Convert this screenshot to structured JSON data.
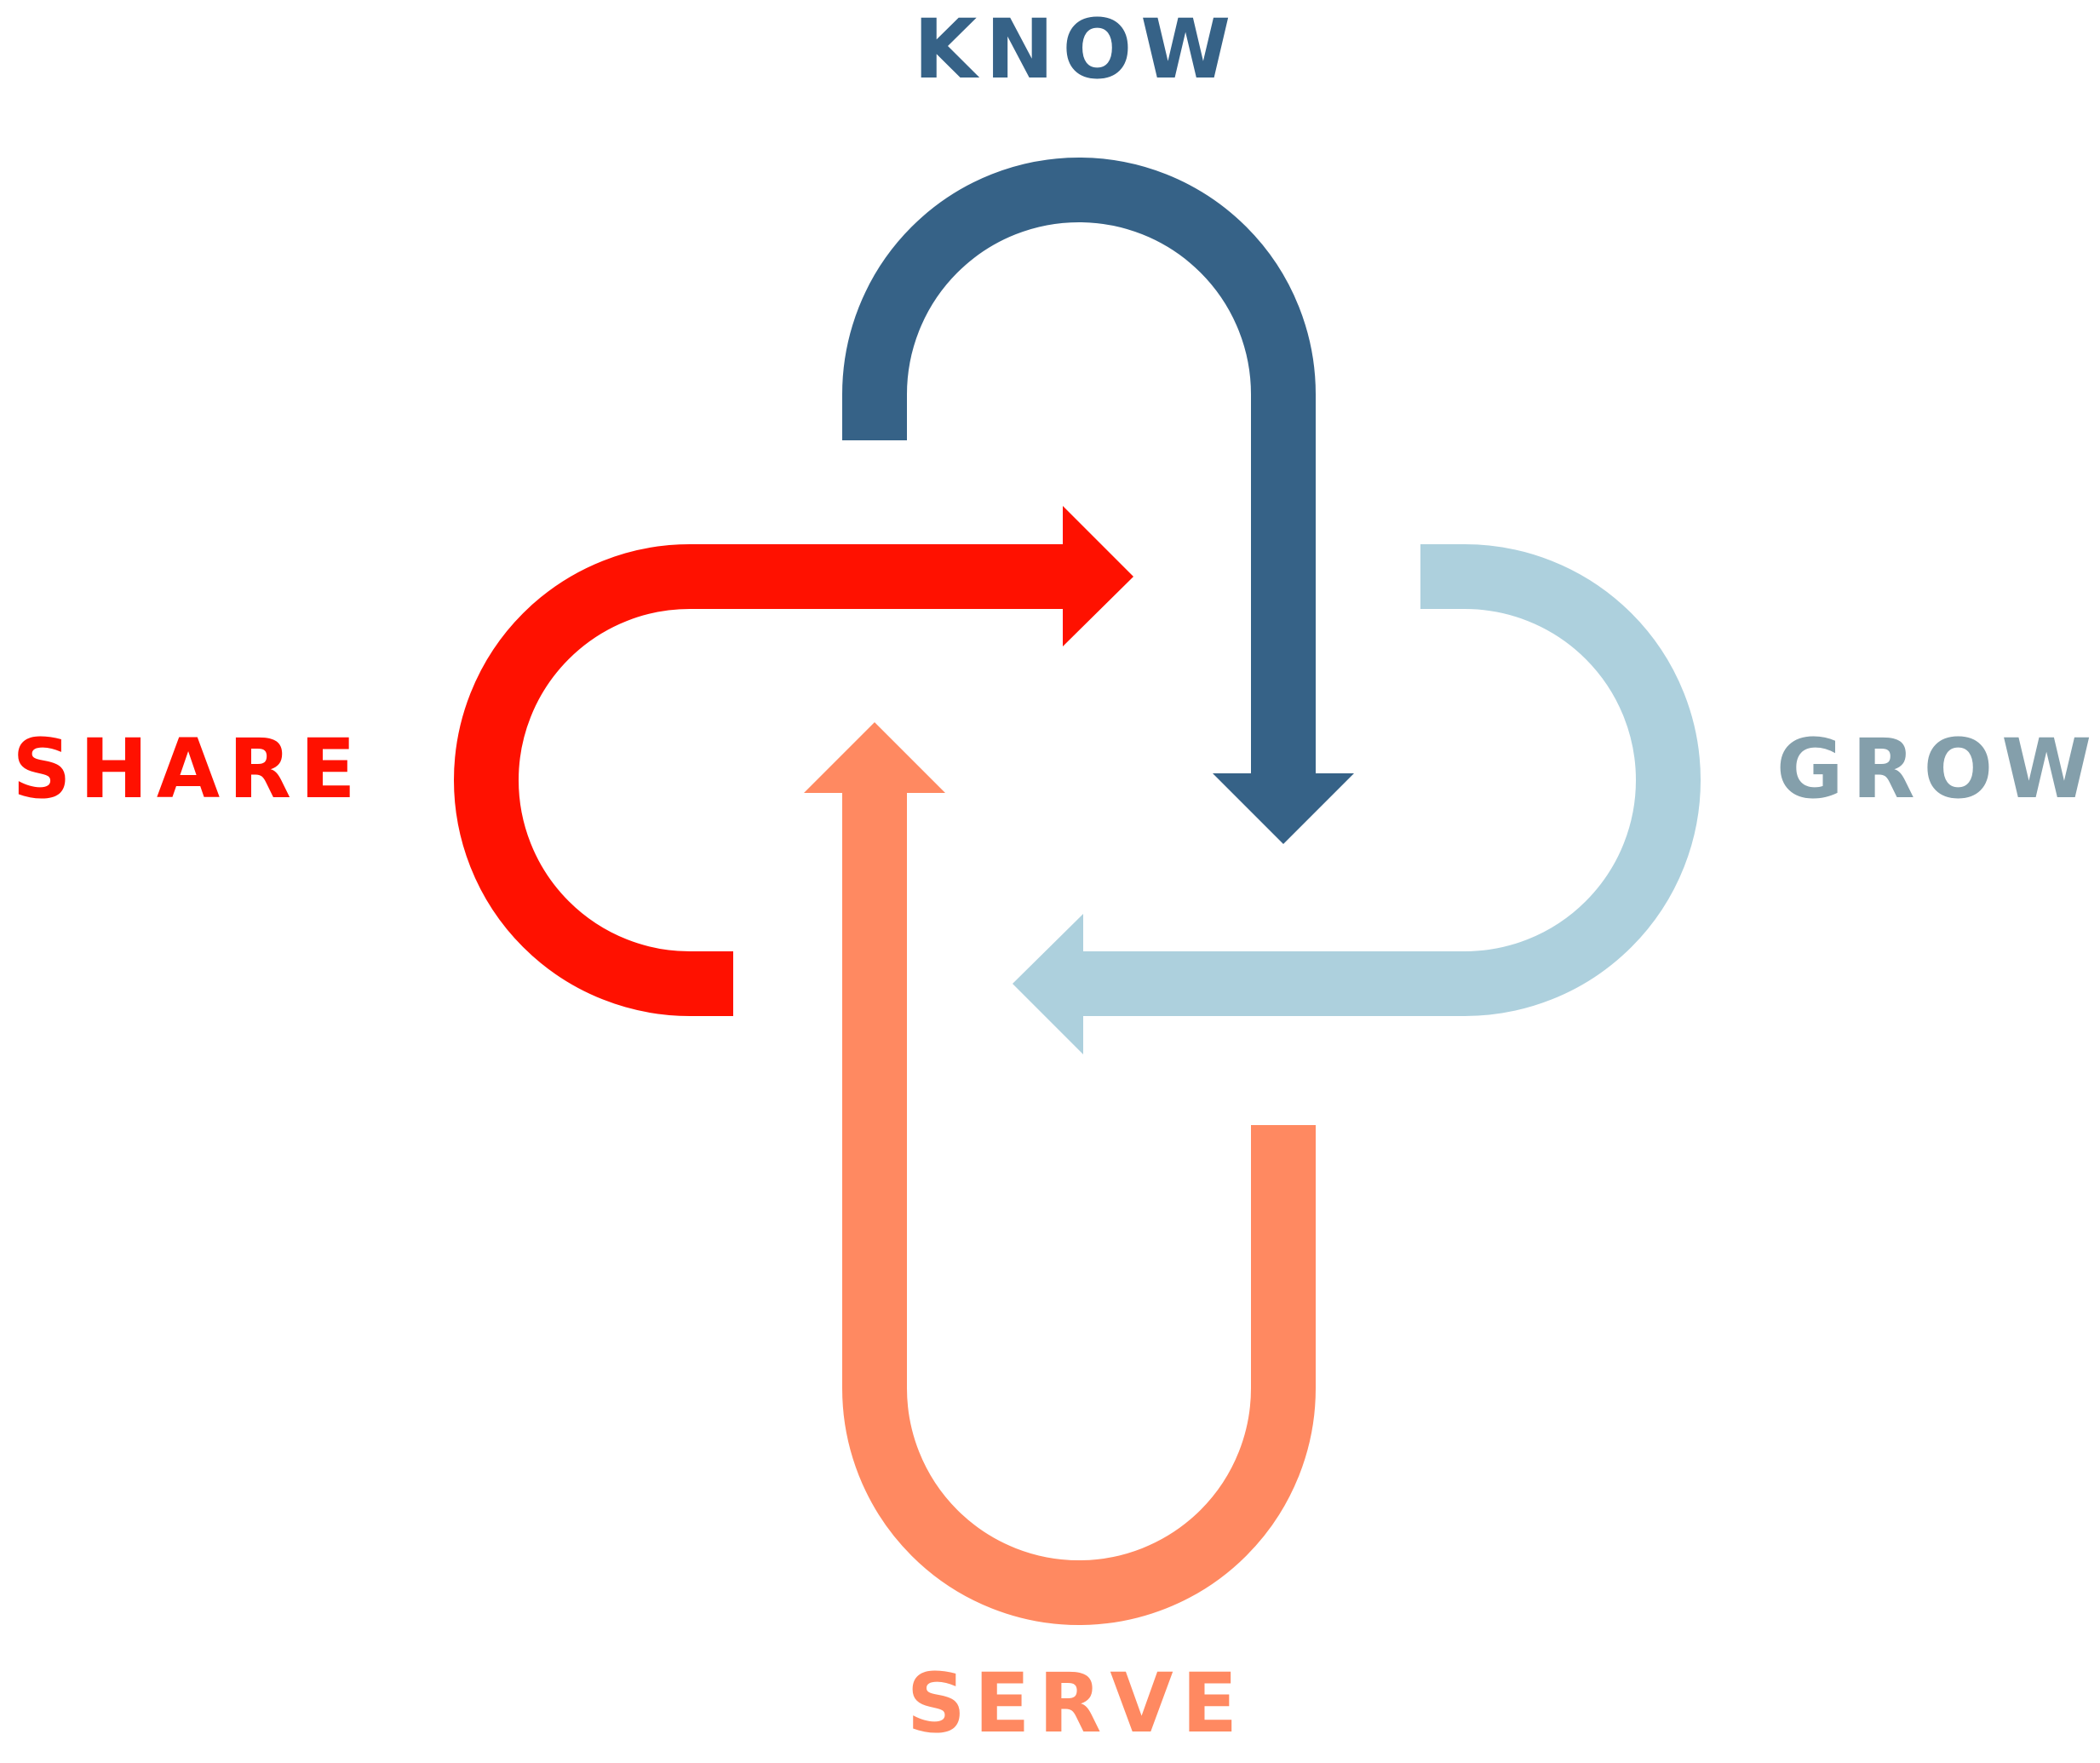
{
  "stages": [
    {
      "id": "know",
      "label": "KNOW",
      "arrow_color": "#366287",
      "label_color": "#366287"
    },
    {
      "id": "grow",
      "label": "GROW",
      "arrow_color": "#add0dd",
      "label_color": "#849fab"
    },
    {
      "id": "serve",
      "label": "SERVE",
      "arrow_color": "#ff8961",
      "label_color": "#ff8961"
    },
    {
      "id": "share",
      "label": "SHARE",
      "arrow_color": "#ff1100",
      "label_color": "#ff1100"
    }
  ]
}
